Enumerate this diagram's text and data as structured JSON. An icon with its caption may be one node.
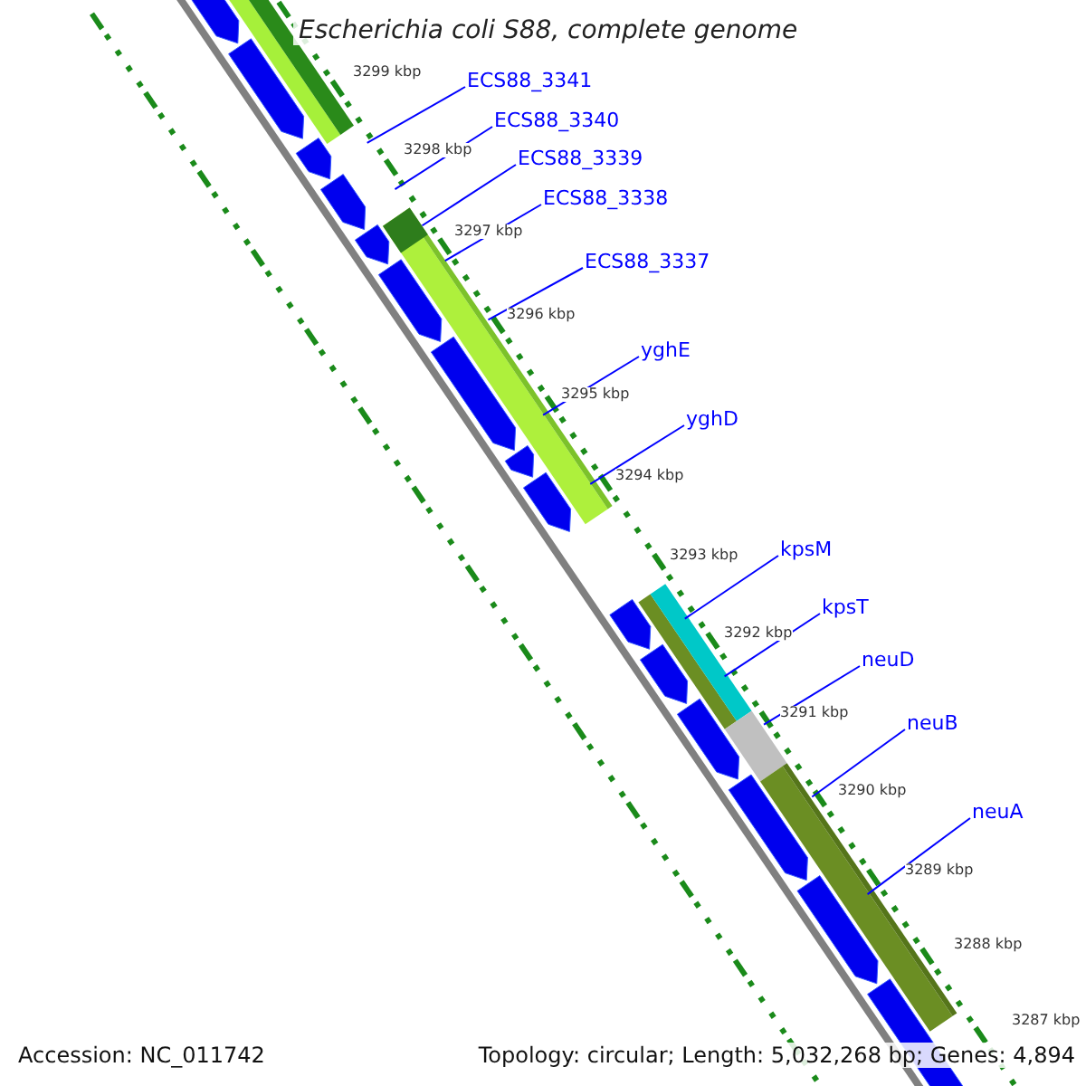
{
  "diagram": {
    "title": "Escherichia coli S88, complete genome",
    "nodes": [
      {
        "text": [
          "ECS88_3341"
        ]
      },
      {
        "text": [
          "ECS88_3340"
        ]
      },
      {
        "text": [
          "ECS88_3339"
        ]
      },
      {
        "text": [
          "ECS88_3338"
        ]
      },
      {
        "text": [
          "ECS88_3337"
        ]
      },
      {
        "text": [
          "yghE"
        ]
      },
      {
        "text": [
          "yghD"
        ]
      },
      {
        "text": [
          "kpsM"
        ]
      },
      {
        "text": [
          "kpsT"
        ]
      },
      {
        "text": [
          "neuD"
        ]
      },
      {
        "text": [
          "neuB"
        ]
      },
      {
        "text": [
          "neuA"
        ]
      }
    ],
    "edges": [
      {
        "from": 0,
        "to": null,
        "arrow": "none"
      },
      {
        "from": 1,
        "to": null,
        "arrow": "none"
      },
      {
        "from": 2,
        "to": null,
        "arrow": "none"
      },
      {
        "from": 3,
        "to": null,
        "arrow": "none"
      },
      {
        "from": 4,
        "to": null,
        "arrow": "none"
      },
      {
        "from": 5,
        "to": null,
        "arrow": "none"
      },
      {
        "from": 6,
        "to": null,
        "arrow": "none"
      },
      {
        "from": 7,
        "to": null,
        "arrow": "none"
      },
      {
        "from": 8,
        "to": null,
        "arrow": "none"
      },
      {
        "from": 9,
        "to": null,
        "arrow": "none"
      },
      {
        "from": 10,
        "to": null,
        "arrow": "none"
      },
      {
        "from": 11,
        "to": null,
        "arrow": "none"
      }
    ],
    "labels": [
      "3299 kbp",
      "3298 kbp",
      "3297 kbp",
      "3296 kbp",
      "3295 kbp",
      "3294 kbp",
      "3293 kbp",
      "3292 kbp",
      "3291 kbp",
      "3290 kbp",
      "3289 kbp",
      "3288 kbp",
      "3287 kbp",
      "Accession: NC_011742",
      "Topology: circular; Length: 5,032,268 bp; Genes: 4,894"
    ]
  }
}
